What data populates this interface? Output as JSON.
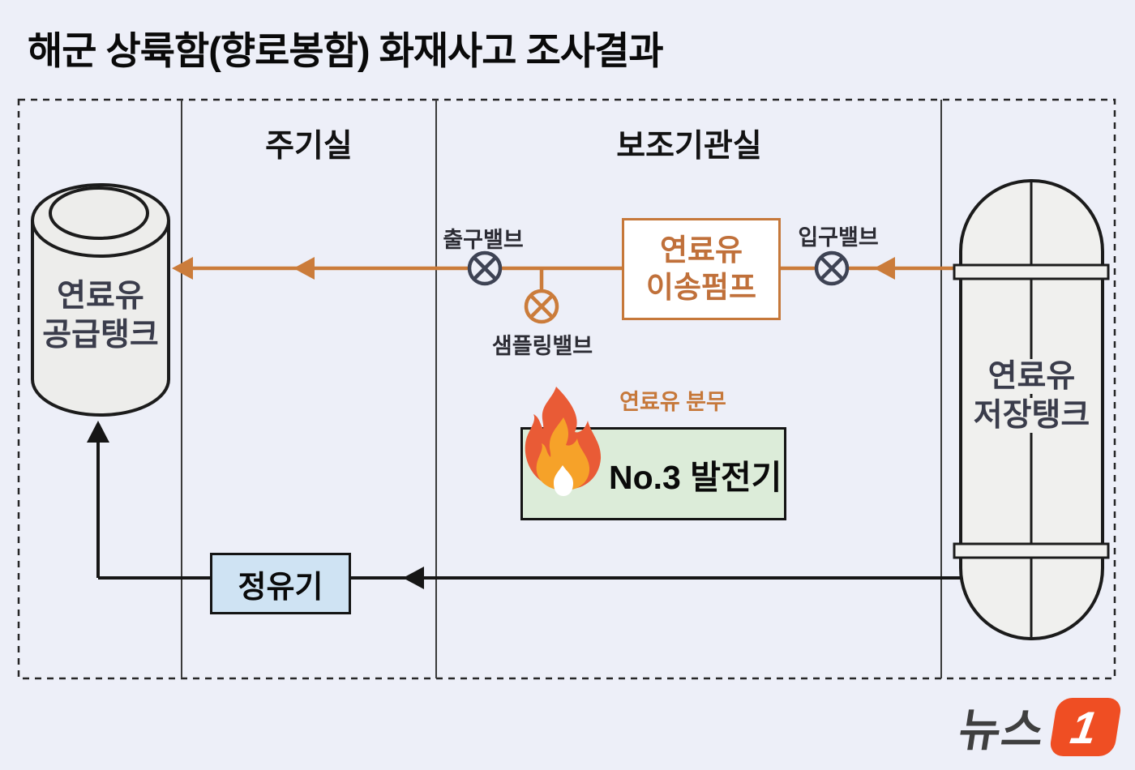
{
  "title": "해군 상륙함(향로봉함) 화재사고 조사결과",
  "rooms": {
    "main": "주기실",
    "aux": "보조기관실"
  },
  "supply_tank": {
    "line1": "연료유",
    "line2": "공급탱크"
  },
  "storage_tank": {
    "line1": "연료유",
    "line2": "저장탱크"
  },
  "valves": {
    "outlet": "출구밸브",
    "inlet": "입구밸브",
    "sampling": "샘플링밸브"
  },
  "pump": {
    "line1": "연료유",
    "line2": "이송펌프"
  },
  "fire": {
    "spray_label": "연료유 분무"
  },
  "generator_label": "No.3 발전기",
  "purifier_label": "정유기",
  "logo": {
    "text": "뉴스",
    "badge": "1"
  },
  "colors": {
    "background": "#edeff8",
    "accent_orange": "#c6783a",
    "pipe_orange": "#cb7c3b",
    "valve_dark": "#3e4354",
    "fire_red": "#e95b36",
    "fire_orange": "#f6a229",
    "generator_green": "#dcecd9",
    "purifier_blue": "#cfe3f3",
    "tank_gray": "#efefed",
    "logo_red": "#ef4e23"
  }
}
